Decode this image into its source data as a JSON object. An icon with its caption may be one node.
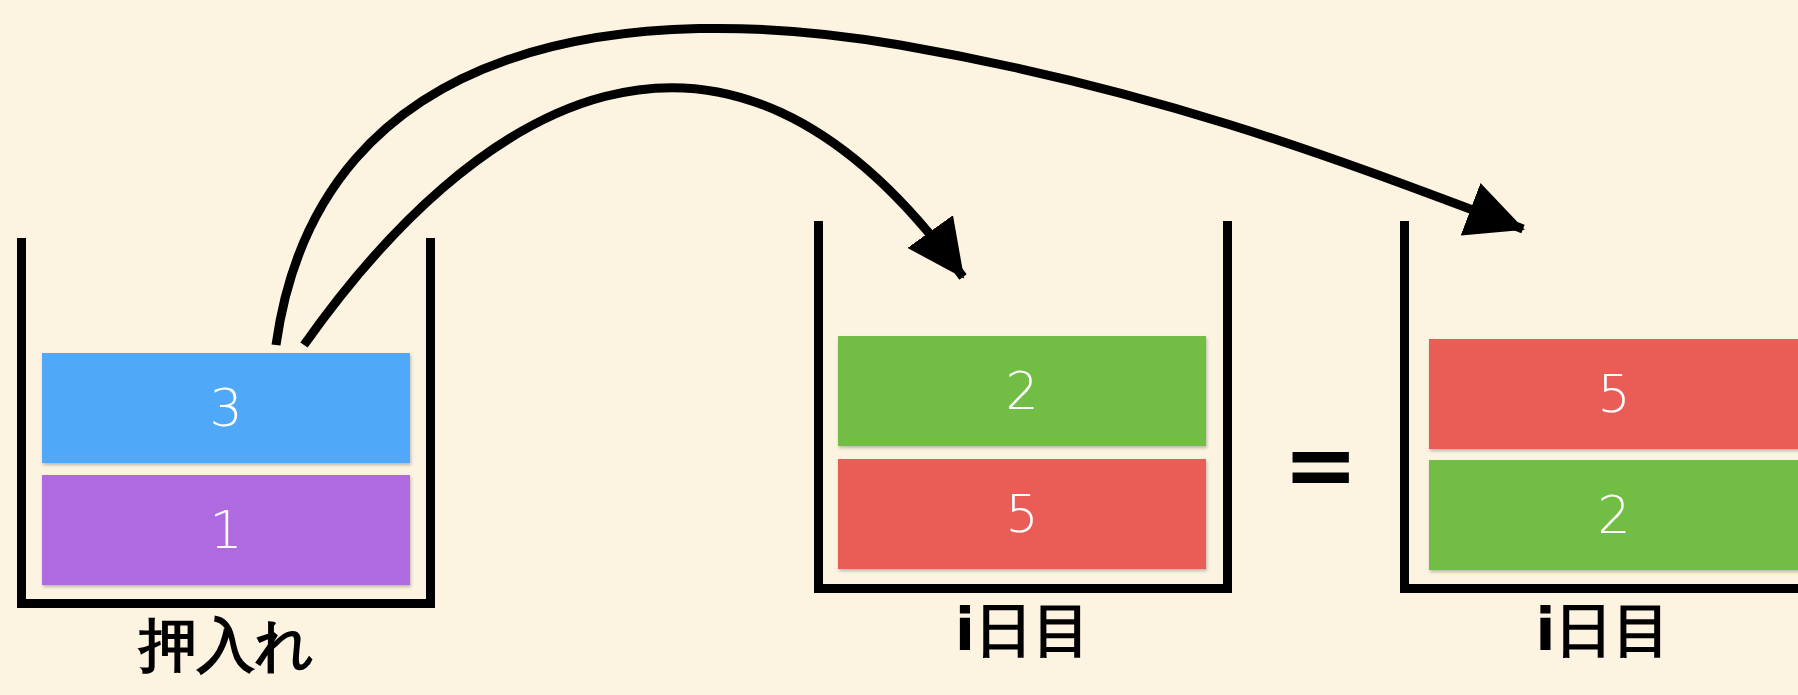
{
  "diagram": {
    "nodes": [
      {
        "text": [
          "押入れ"
        ]
      },
      {
        "text": [
          "3"
        ],
        "in": 0
      },
      {
        "text": [
          "1"
        ],
        "in": 0
      },
      {
        "text": [
          "i日目"
        ]
      },
      {
        "text": [
          "2"
        ],
        "in": 3
      },
      {
        "text": [
          "5"
        ],
        "in": 3
      },
      {
        "text": [
          "i日目"
        ]
      },
      {
        "text": [
          "5"
        ],
        "in": 6
      },
      {
        "text": [
          "2"
        ],
        "in": 6
      }
    ],
    "edges": [
      {
        "from": 1,
        "to": 3,
        "arrow": "to"
      },
      {
        "from": 1,
        "to": 6,
        "arrow": "to"
      }
    ],
    "labels": [
      "="
    ]
  }
}
